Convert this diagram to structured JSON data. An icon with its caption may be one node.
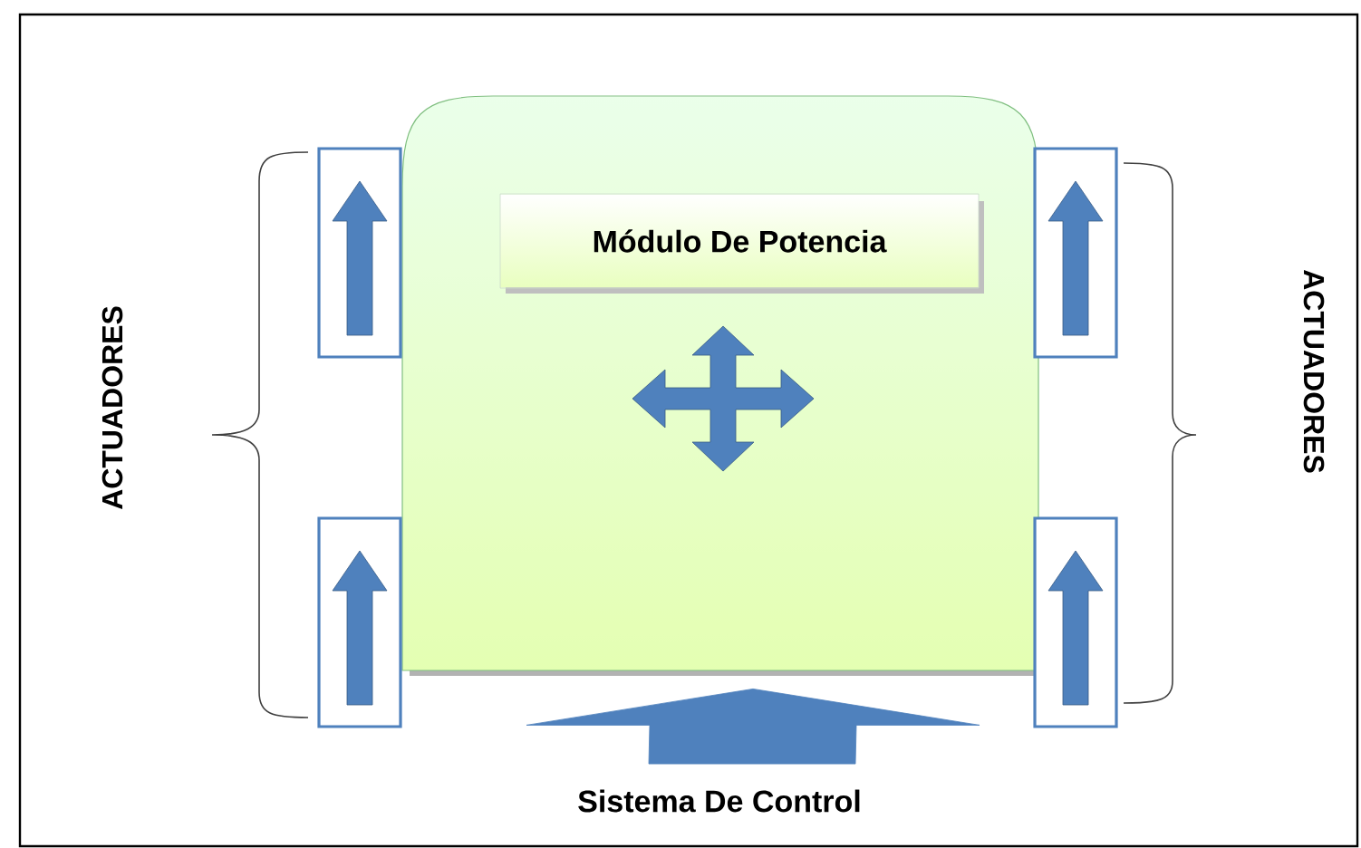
{
  "diagram": {
    "nodes": [
      {
        "text": [],
        "shape": "box"
      },
      {
        "text": [
          "Módulo De Potencia"
        ],
        "in": 0
      },
      {
        "text": [],
        "shape": "box"
      },
      {
        "text": [],
        "shape": "box"
      },
      {
        "text": [],
        "shape": "box"
      },
      {
        "text": [],
        "shape": "box"
      },
      {
        "text": [
          "Sistema De Control"
        ]
      }
    ],
    "edges": [
      {
        "from": 6,
        "to": 0,
        "arrow": "to"
      }
    ],
    "labels": [
      "ACTUADORES",
      "ACTUADORES"
    ]
  }
}
